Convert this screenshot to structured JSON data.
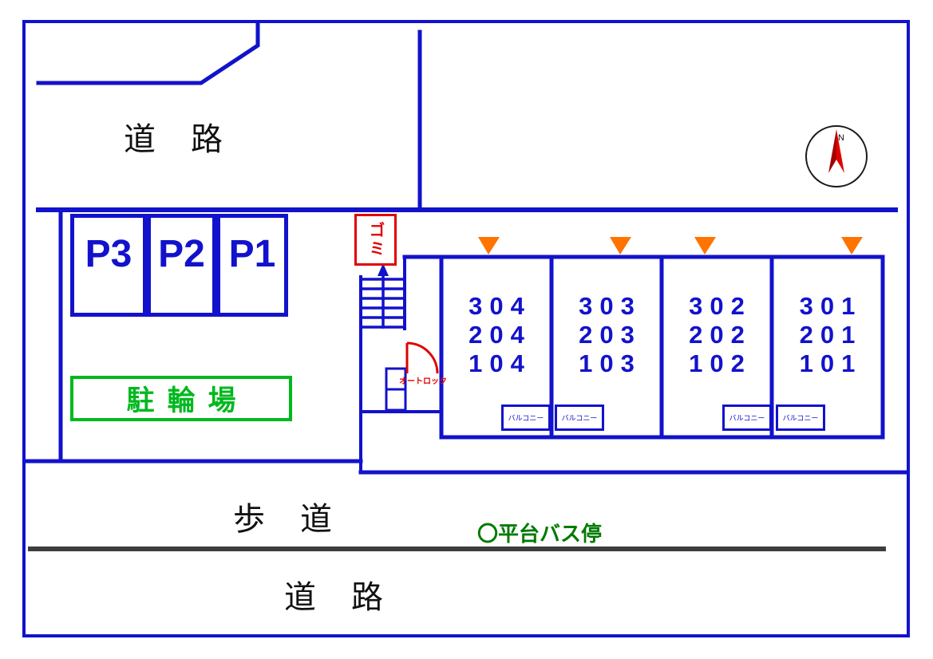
{
  "colors": {
    "line_blue": "#1212cc",
    "red": "#e00000",
    "green": "#00b81e",
    "bus_green": "#007a00",
    "orange": "#ff7300",
    "road_gray": "#3d3d3d"
  },
  "labels": {
    "road_top": "道　路",
    "sidewalk": "歩　道",
    "road_bottom": "道　路",
    "bus_stop": "〇平台バス停",
    "bicycle_parking": "駐輪場",
    "garbage": "ゴミ",
    "auto_lock": "オートロック",
    "balcony": "バルコニー",
    "compass_north": "N"
  },
  "parking_spaces": [
    "P3",
    "P2",
    "P1"
  ],
  "building": {
    "columns": [
      {
        "units": [
          "304",
          "204",
          "104"
        ]
      },
      {
        "units": [
          "303",
          "203",
          "103"
        ]
      },
      {
        "units": [
          "302",
          "202",
          "102"
        ]
      },
      {
        "units": [
          "301",
          "201",
          "101"
        ]
      }
    ]
  }
}
